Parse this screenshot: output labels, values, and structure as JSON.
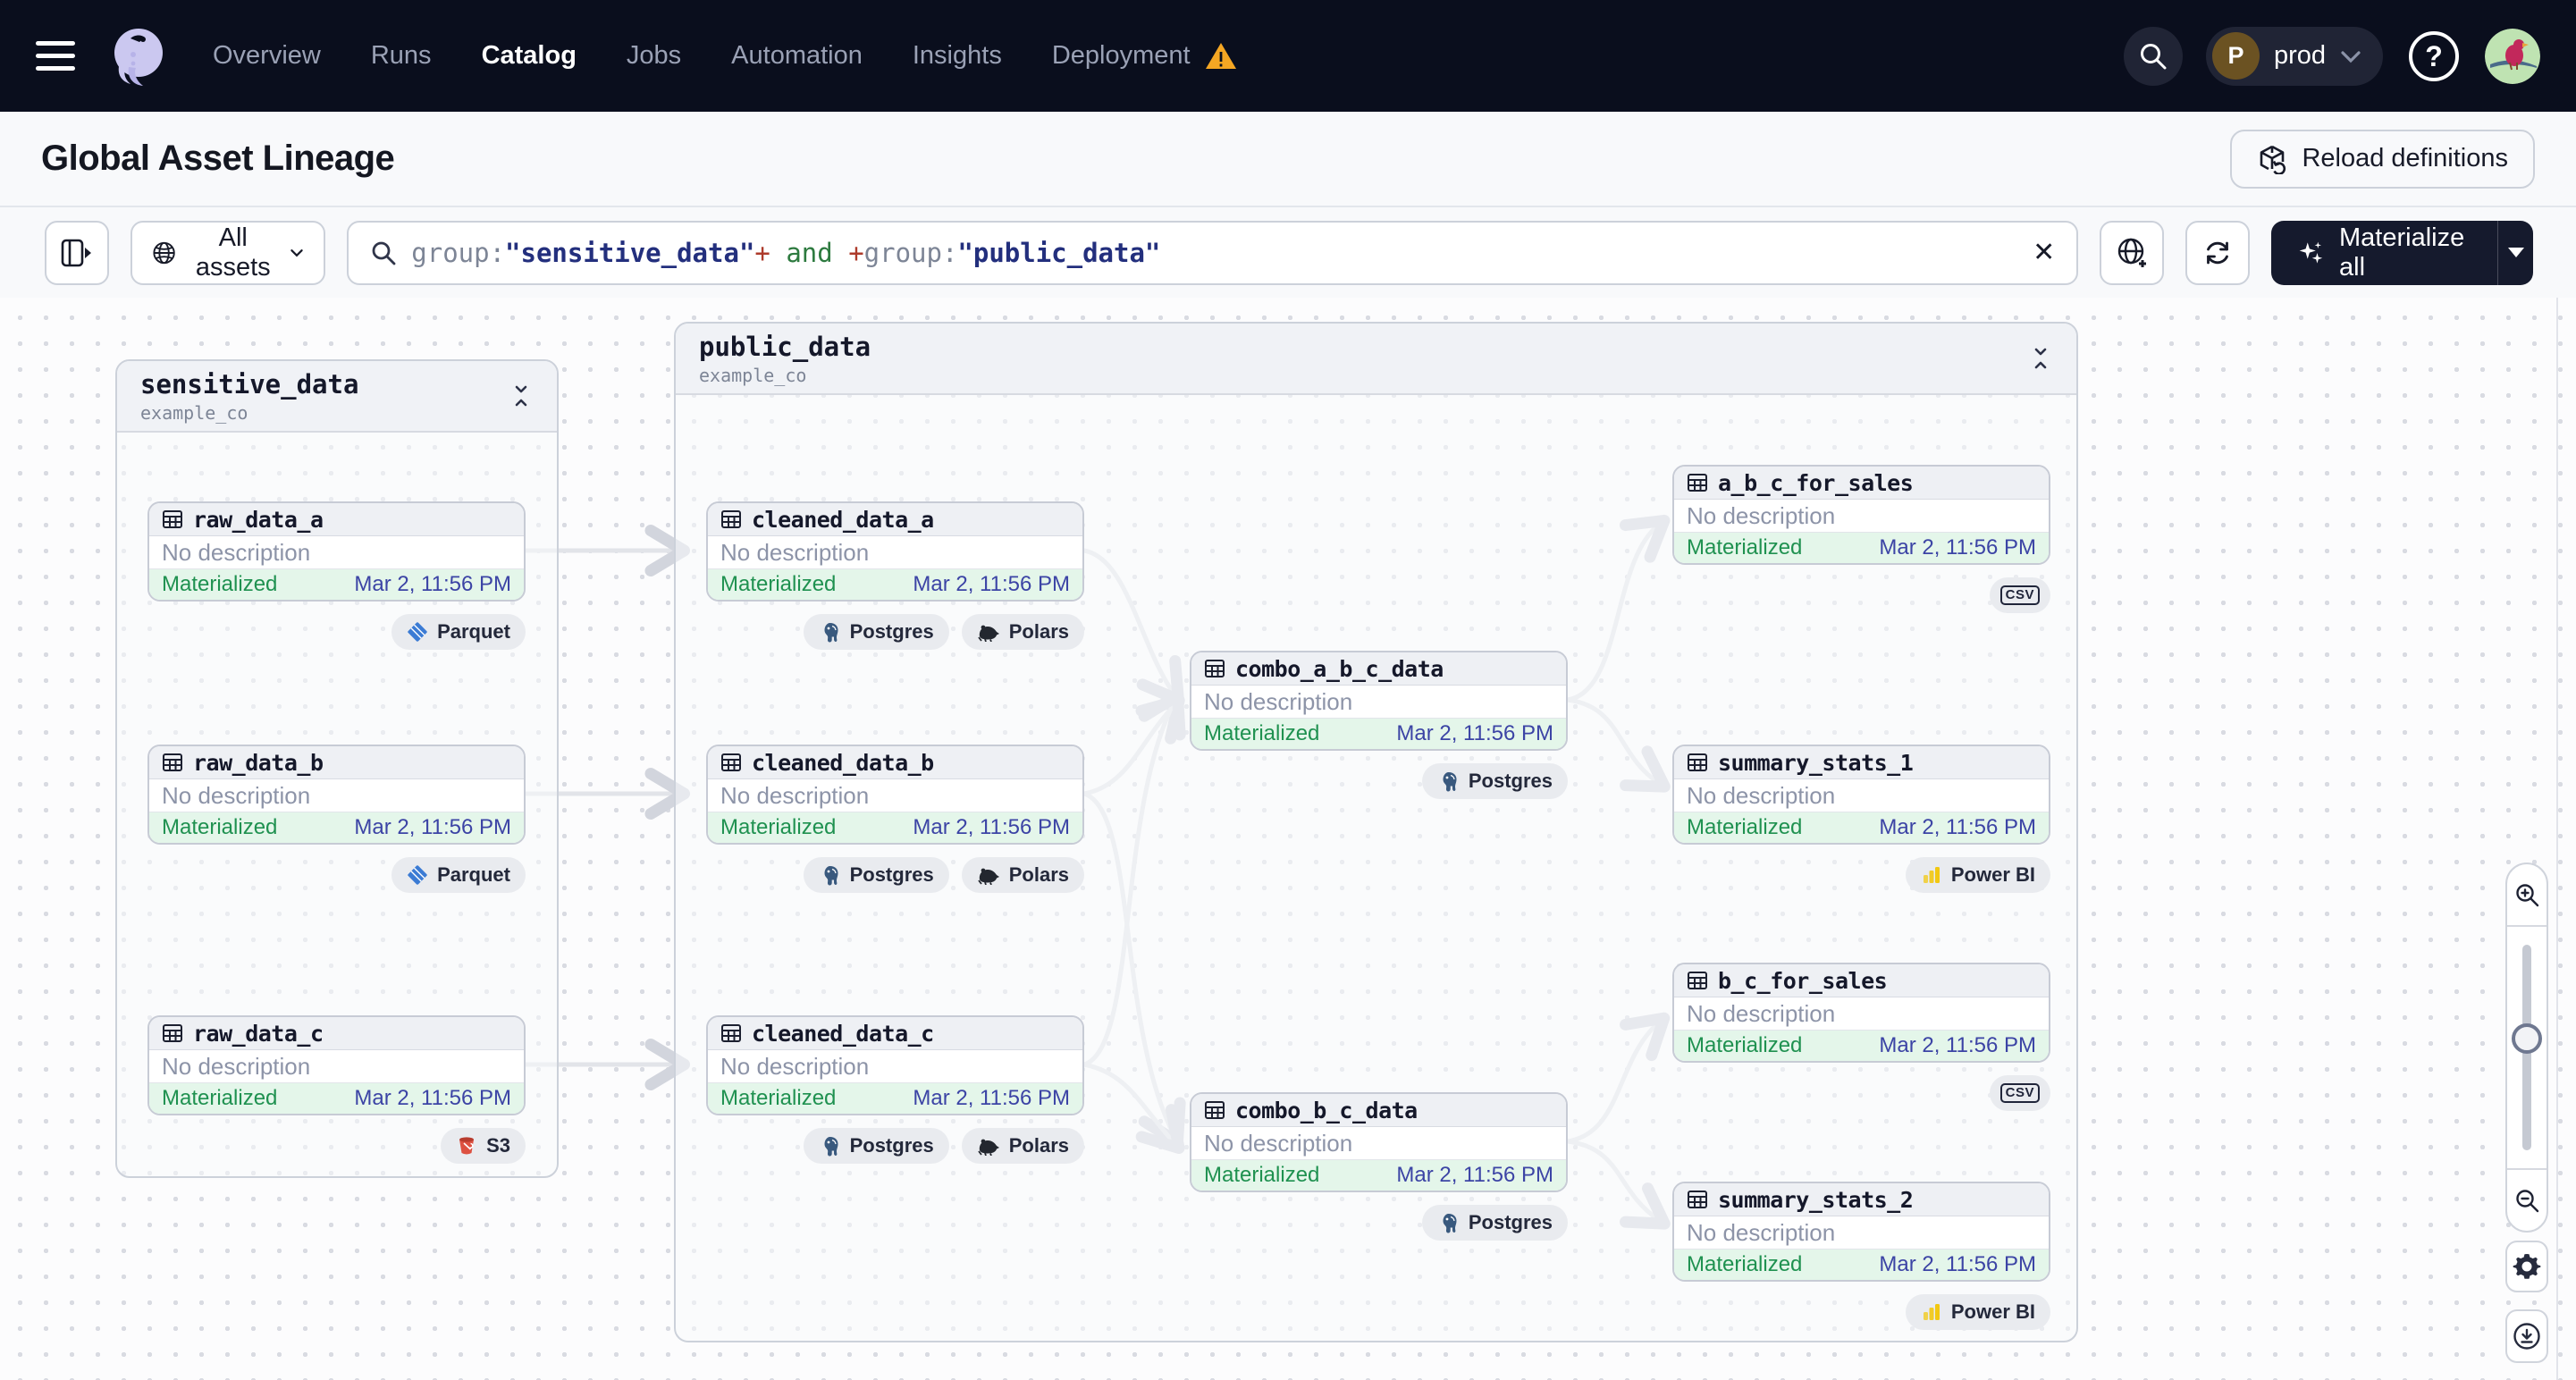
{
  "navbar": {
    "items": [
      {
        "label": "Overview",
        "active": false
      },
      {
        "label": "Runs",
        "active": false
      },
      {
        "label": "Catalog",
        "active": true
      },
      {
        "label": "Jobs",
        "active": false
      },
      {
        "label": "Automation",
        "active": false
      },
      {
        "label": "Insights",
        "active": false
      },
      {
        "label": "Deployment",
        "active": false,
        "warning": true
      }
    ],
    "environment": {
      "initial": "P",
      "name": "prod"
    },
    "help_glyph": "?"
  },
  "header": {
    "title": "Global Asset Lineage",
    "reload_button": "Reload definitions"
  },
  "toolbar": {
    "scope_label": "All assets",
    "materialize_label": "Materialize all",
    "clear_glyph": "✕",
    "search_tokens": [
      {
        "text": "group:",
        "type": "key"
      },
      {
        "text": "\"sensitive_data\"",
        "type": "value"
      },
      {
        "text": "+",
        "type": "op"
      },
      {
        "text": " and ",
        "type": "bool"
      },
      {
        "text": "+",
        "type": "op"
      },
      {
        "text": "group:",
        "type": "key"
      },
      {
        "text": "\"public_data\"",
        "type": "value"
      }
    ]
  },
  "canvas": {
    "groups": [
      {
        "name": "sensitive_data",
        "repo": "example_co"
      },
      {
        "name": "public_data",
        "repo": "example_co"
      }
    ],
    "nodes": [
      {
        "title": "raw_data_a",
        "description": "No description",
        "status": "Materialized",
        "timestamp": "Mar 2, 11:56 PM",
        "tags": [
          {
            "label": "Parquet",
            "icon": "parquet-icon"
          }
        ]
      },
      {
        "title": "raw_data_b",
        "description": "No description",
        "status": "Materialized",
        "timestamp": "Mar 2, 11:56 PM",
        "tags": [
          {
            "label": "Parquet",
            "icon": "parquet-icon"
          }
        ]
      },
      {
        "title": "raw_data_c",
        "description": "No description",
        "status": "Materialized",
        "timestamp": "Mar 2, 11:56 PM",
        "tags": [
          {
            "label": "S3",
            "icon": "s3-icon"
          }
        ]
      },
      {
        "title": "cleaned_data_a",
        "description": "No description",
        "status": "Materialized",
        "timestamp": "Mar 2, 11:56 PM",
        "tags": [
          {
            "label": "Postgres",
            "icon": "postgres-icon"
          },
          {
            "label": "Polars",
            "icon": "polars-icon"
          }
        ]
      },
      {
        "title": "cleaned_data_b",
        "description": "No description",
        "status": "Materialized",
        "timestamp": "Mar 2, 11:56 PM",
        "tags": [
          {
            "label": "Postgres",
            "icon": "postgres-icon"
          },
          {
            "label": "Polars",
            "icon": "polars-icon"
          }
        ]
      },
      {
        "title": "cleaned_data_c",
        "description": "No description",
        "status": "Materialized",
        "timestamp": "Mar 2, 11:56 PM",
        "tags": [
          {
            "label": "Postgres",
            "icon": "postgres-icon"
          },
          {
            "label": "Polars",
            "icon": "polars-icon"
          }
        ]
      },
      {
        "title": "combo_a_b_c_data",
        "description": "No description",
        "status": "Materialized",
        "timestamp": "Mar 2, 11:56 PM",
        "tags": [
          {
            "label": "Postgres",
            "icon": "postgres-icon"
          }
        ]
      },
      {
        "title": "combo_b_c_data",
        "description": "No description",
        "status": "Materialized",
        "timestamp": "Mar 2, 11:56 PM",
        "tags": [
          {
            "label": "Postgres",
            "icon": "postgres-icon"
          }
        ]
      },
      {
        "title": "a_b_c_for_sales",
        "description": "No description",
        "status": "Materialized",
        "timestamp": "Mar 2, 11:56 PM",
        "tags": [
          {
            "label": "CSV",
            "icon": "csv-icon"
          }
        ]
      },
      {
        "title": "summary_stats_1",
        "description": "No description",
        "status": "Materialized",
        "timestamp": "Mar 2, 11:56 PM",
        "tags": [
          {
            "label": "Power BI",
            "icon": "powerbi-icon"
          }
        ]
      },
      {
        "title": "b_c_for_sales",
        "description": "No description",
        "status": "Materialized",
        "timestamp": "Mar 2, 11:56 PM",
        "tags": [
          {
            "label": "CSV",
            "icon": "csv-icon"
          }
        ]
      },
      {
        "title": "summary_stats_2",
        "description": "No description",
        "status": "Materialized",
        "timestamp": "Mar 2, 11:56 PM",
        "tags": [
          {
            "label": "Power BI",
            "icon": "powerbi-icon"
          }
        ]
      }
    ]
  },
  "colors": {
    "navbar_bg": "#0a0e1d",
    "accent_dark_button": "#151a2d",
    "materialized_green": "#1f9150",
    "materialized_bg": "#e4f6ea",
    "timestamp_indigo": "#3c44a5",
    "warning_orange": "#f5a623",
    "edge_gray": "#e2e4e9"
  }
}
